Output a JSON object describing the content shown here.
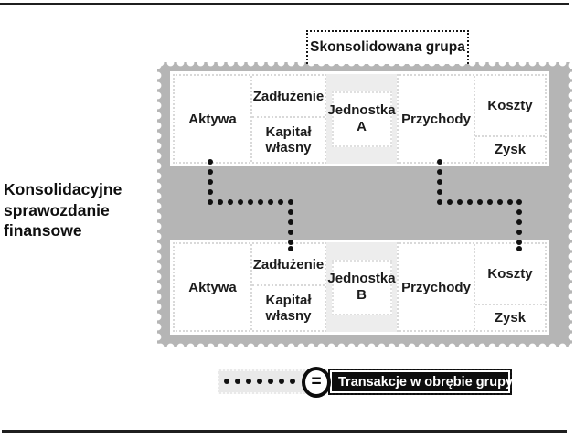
{
  "figure": {
    "side_title": "Konsolidacyjne sprawozdanie finansowe",
    "group_label": "Skonsolidowana grupa"
  },
  "units": [
    {
      "name_top": "Jednostka",
      "name_letter": "A",
      "assets": "Aktywa",
      "debt": "Zadłużenie",
      "equity": "Kapitał własny",
      "revenue": "Przychody",
      "costs": "Koszty",
      "profit": "Zysk"
    },
    {
      "name_top": "Jednostka",
      "name_letter": "B",
      "assets": "Aktywa",
      "debt": "Zadłużenie",
      "equity": "Kapitał własny",
      "revenue": "Przychody",
      "costs": "Koszty",
      "profit": "Zysk"
    }
  ],
  "legend": {
    "equals_symbol": "=",
    "label": "Transakcje w obrębie grupy"
  },
  "colors": {
    "stamp_gray": "#b5b5b5",
    "unit_column_gray": "#ededed",
    "legend_strip_gray": "#e9e9e9",
    "legend_box_black": "#0d0d0d",
    "text_black": "#161616"
  }
}
